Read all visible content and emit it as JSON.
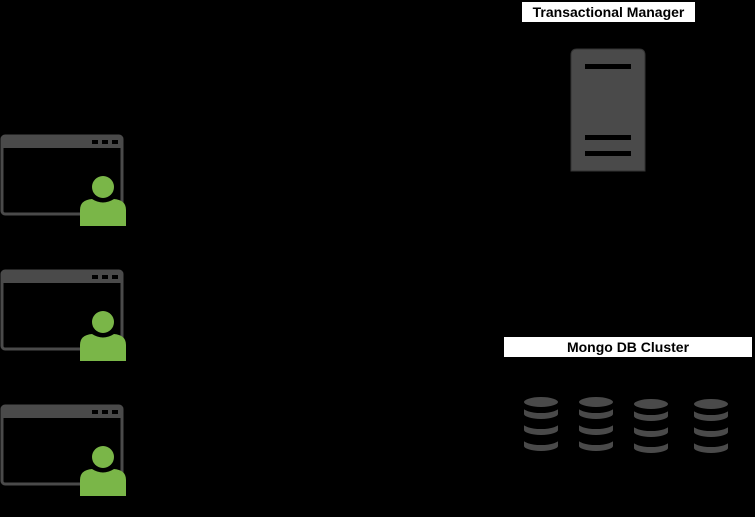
{
  "labels": {
    "transactional_manager": "Transactional Manager",
    "mongo_cluster": "Mongo DB Cluster"
  },
  "icons": {
    "client": "browser-window-with-user-icon",
    "server": "server-tower-icon",
    "database": "database-cylinder-icon"
  },
  "colors": {
    "background": "#000000",
    "icon_gray": "#4a4a4a",
    "user_green": "#7ab648",
    "label_bg": "#ffffff"
  },
  "clients": [
    {
      "id": "client-1"
    },
    {
      "id": "client-2"
    },
    {
      "id": "client-3"
    }
  ],
  "databases": [
    {
      "id": "db-1"
    },
    {
      "id": "db-2"
    },
    {
      "id": "db-3"
    },
    {
      "id": "db-4"
    }
  ]
}
